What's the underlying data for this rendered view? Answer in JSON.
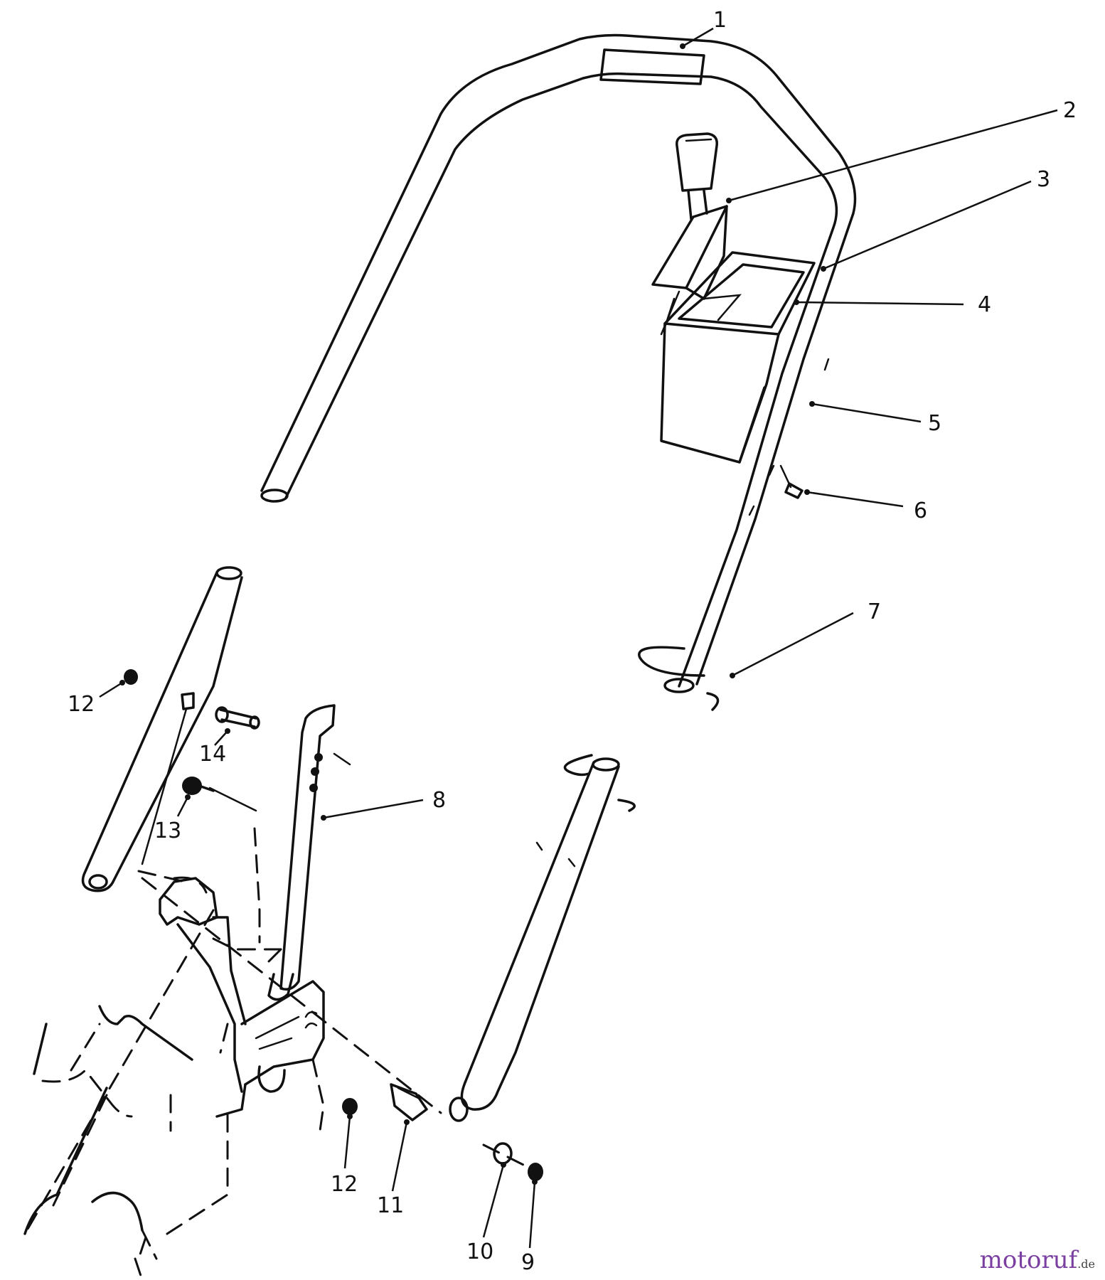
{
  "diagram": {
    "labels": {
      "p1": "1",
      "p2": "2",
      "p3": "3",
      "p4": "4",
      "p5": "5",
      "p6": "6",
      "p7": "7",
      "p8": "8",
      "p9": "9",
      "p10": "10",
      "p11": "11",
      "p12a": "12",
      "p12b": "12",
      "p13": "13",
      "p14": "14"
    }
  },
  "watermark": {
    "text": "motoruf",
    "suffix": ".de"
  }
}
